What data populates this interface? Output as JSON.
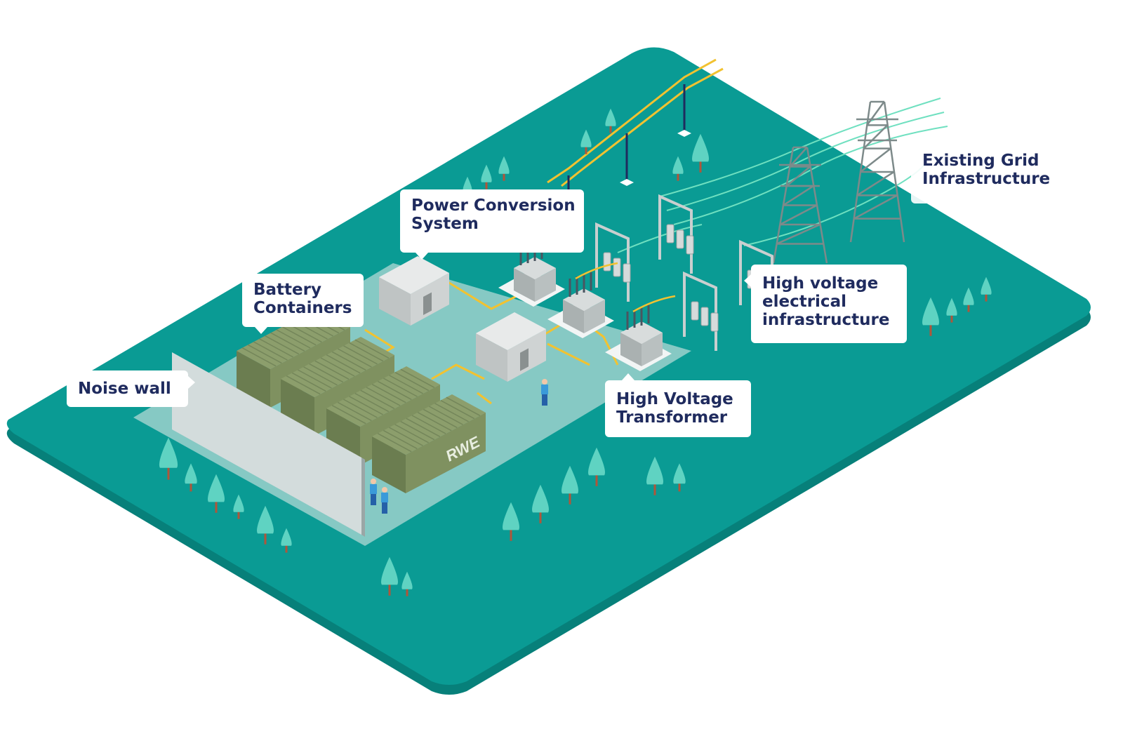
{
  "labels": {
    "power_conversion": [
      "Power Conversion",
      "System"
    ],
    "battery_containers": [
      "Battery",
      "Containers"
    ],
    "noise_wall": [
      "Noise wall"
    ],
    "hv_transformer": [
      "High Voltage",
      "Transformer"
    ],
    "hv_infrastructure": [
      "High voltage",
      "electrical",
      "infrastructure"
    ],
    "existing_grid": [
      "Existing Grid",
      "Infrastructure"
    ]
  },
  "container_logo": "RWE",
  "colors": {
    "platform": "#0a9b94",
    "platform_edge": "#07807a",
    "pad": "#86c9c4",
    "container": "#7f9160",
    "cable": "#f2c230",
    "grid_line": "#6fe0c0",
    "label_text": "#1f2b5e",
    "tree": "#5fd3c2"
  }
}
